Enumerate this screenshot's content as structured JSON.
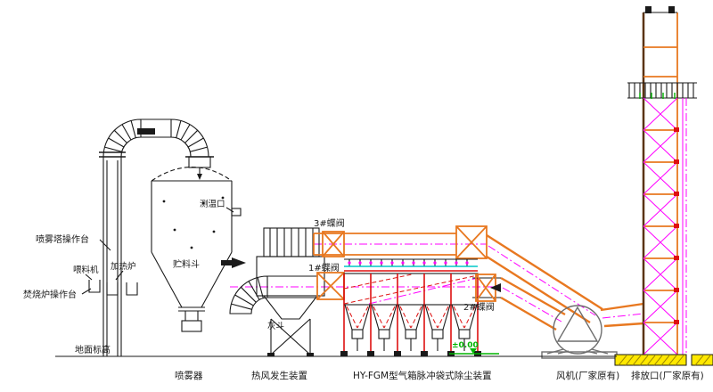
{
  "colors": {
    "duct": "#E87820",
    "centerline": "#FF00FF",
    "structure-red": "#DE1010",
    "cyan": "#00C8C8",
    "green": "#00B400",
    "foundation-yellow": "#FFE800",
    "hatch-olive": "#A08A00",
    "black": "#1A1A1A",
    "stack-left-wall": "#5A3311",
    "grey": "#6E6E6E"
  },
  "labels": {
    "spray_tower_platform": "喷雾塔操作台",
    "feeder": "喂料机",
    "heater": "加热炉",
    "incinerator_platform": "焚烧炉操作台",
    "storage_hopper": "贮料斗",
    "temperature_port": "测温口",
    "ash_hopper": "灰斗",
    "valve_1": "1#蝶阀",
    "valve_2": "2#蝶阀",
    "valve_3": "3#蝶阀",
    "ground_level": "地面标高",
    "elevation_mark": "±0.00"
  },
  "captions": {
    "sprayer": "喷雾器",
    "hot_air_generator": "热风发生装置",
    "baghouse": "HY-FGM型气箱脉冲袋式除尘装置",
    "fan": "风机(厂家原有)",
    "stack_outlet": "排放口(厂家原有)"
  }
}
